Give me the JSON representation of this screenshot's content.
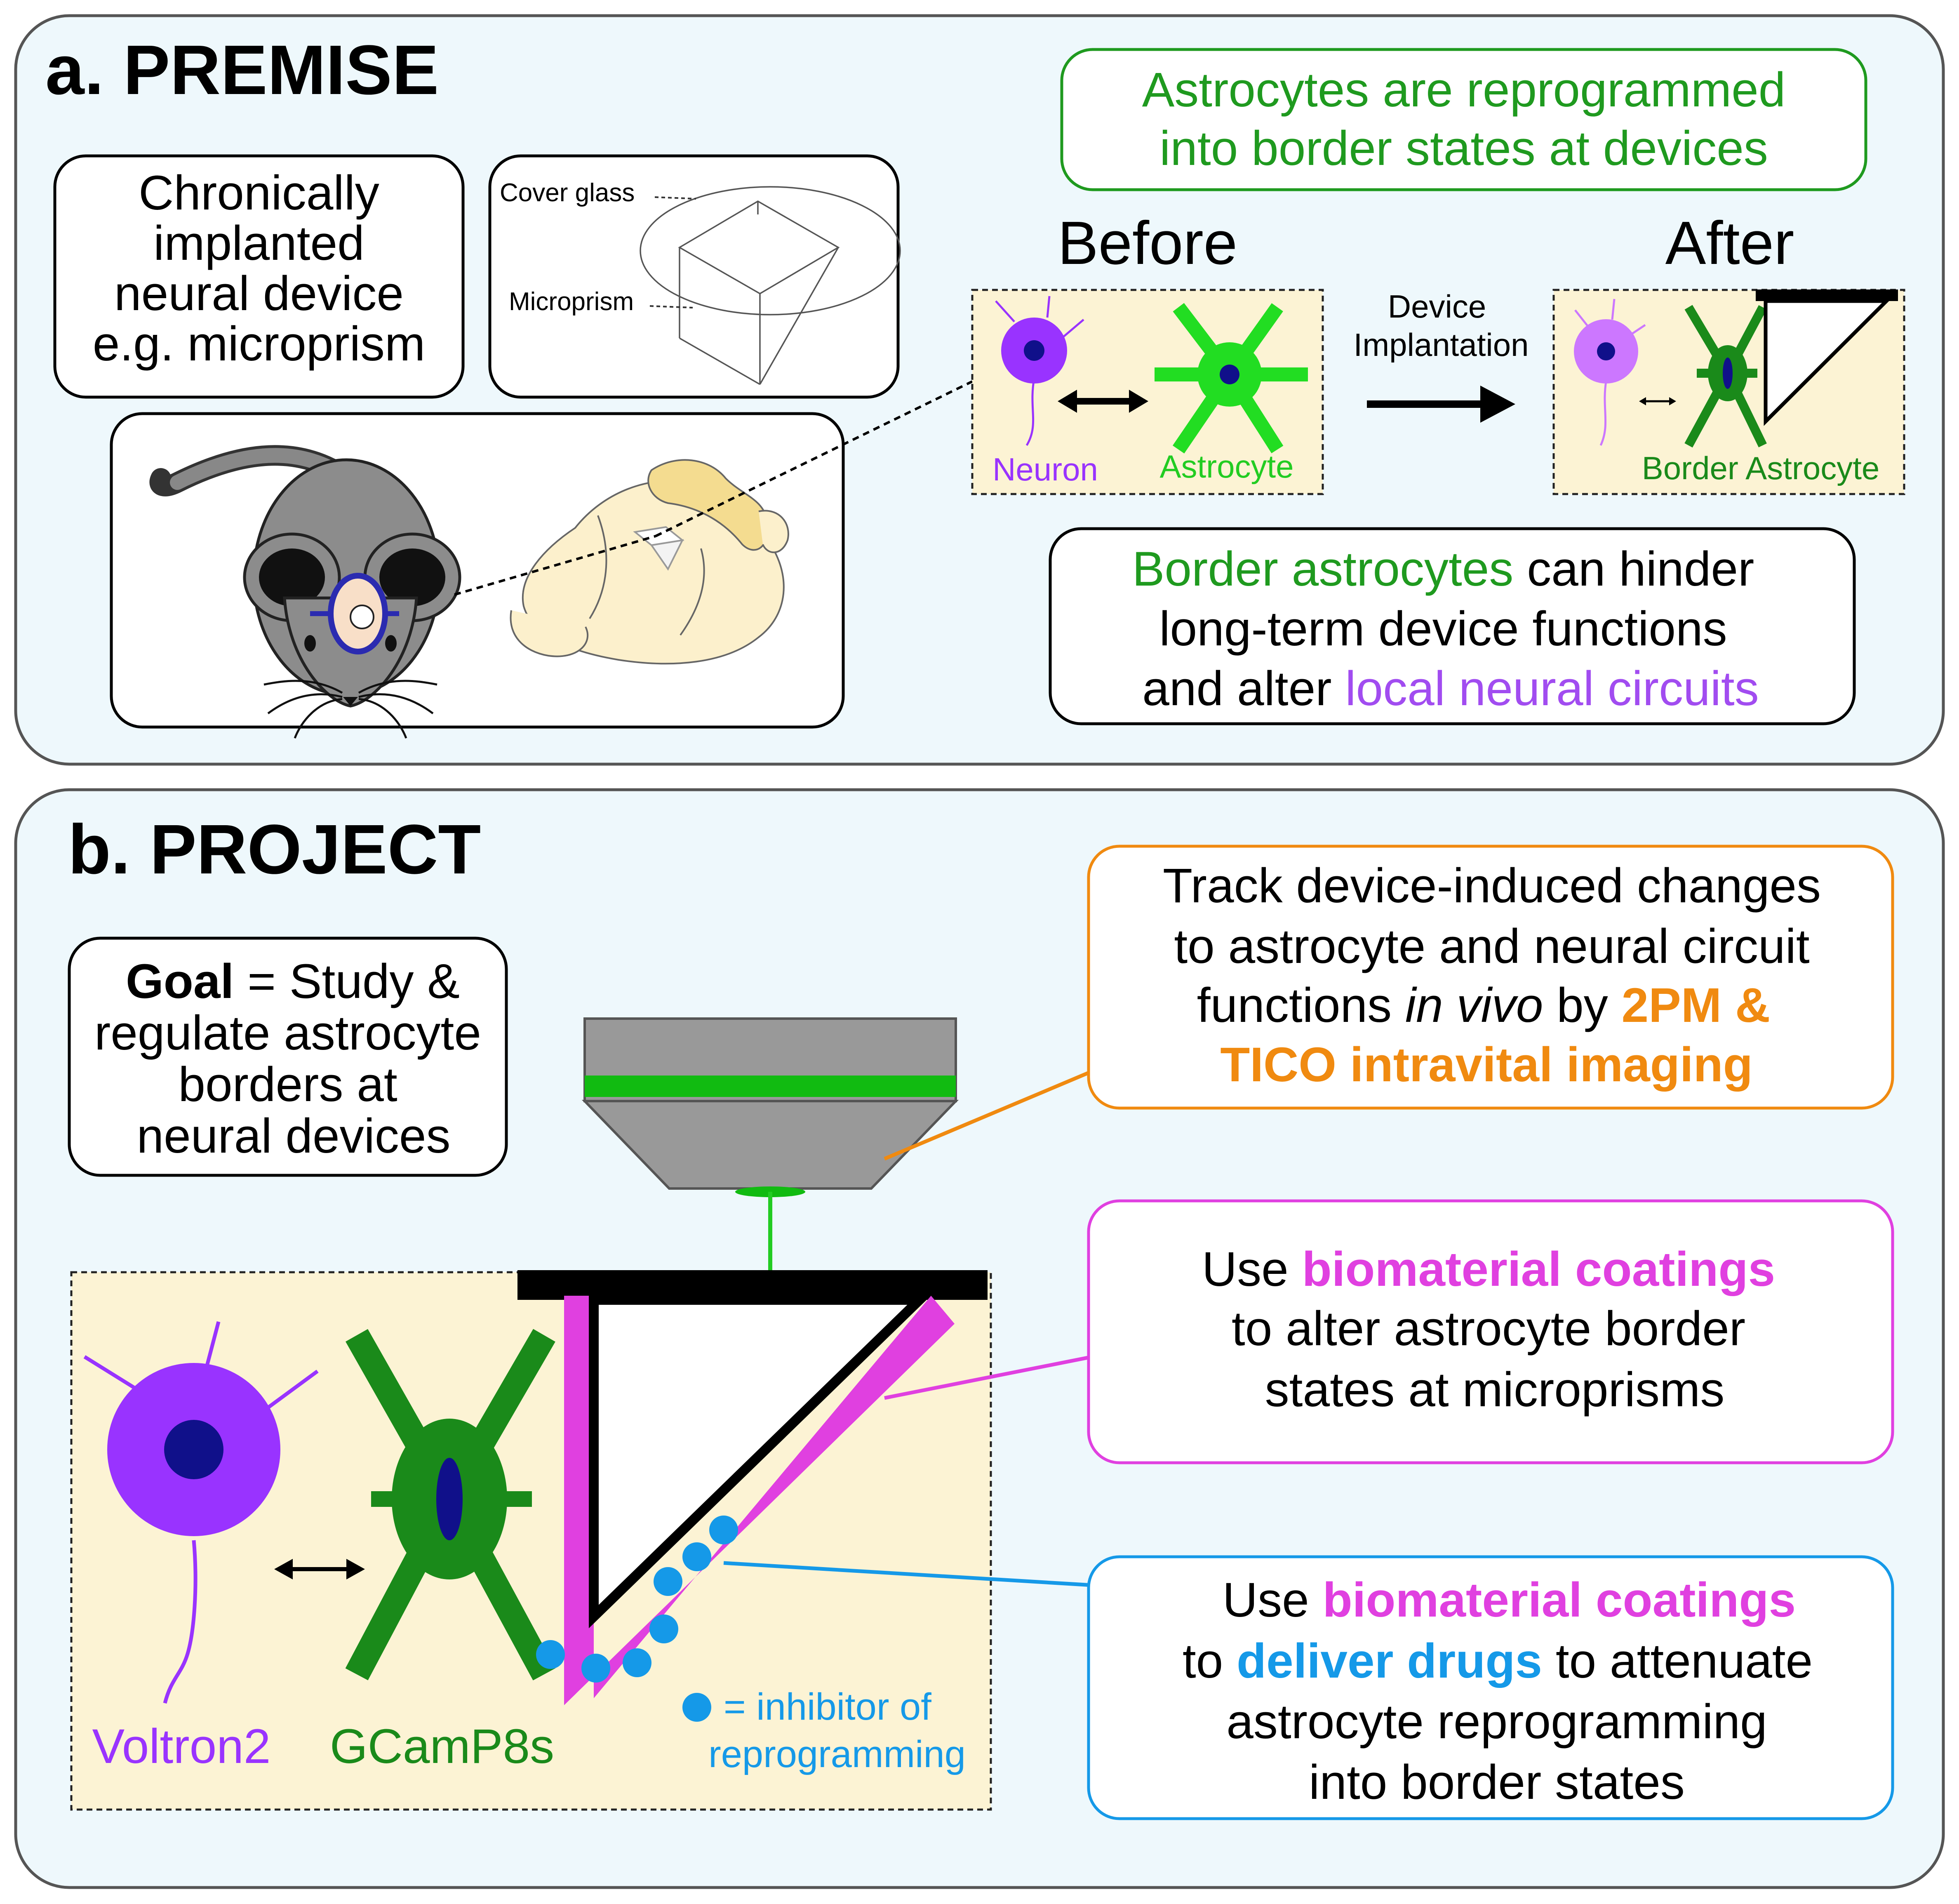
{
  "panel_a": {
    "title": "a. PREMISE",
    "device_box": {
      "lines": [
        "Chronically",
        "implanted",
        "neural device",
        "e.g. microprism"
      ]
    },
    "prism_labels": {
      "cover_glass": "Cover glass",
      "microprism": "Microprism"
    },
    "premise_box": {
      "lines": [
        "Astrocytes are reprogrammed",
        "into border states at devices"
      ]
    },
    "before_label": "Before",
    "after_label": "After",
    "transition": {
      "line1": "Device",
      "line2": "Implantation"
    },
    "cell_labels": {
      "neuron": "Neuron",
      "astrocyte": "Astrocyte",
      "border_astrocyte": "Border Astrocyte"
    },
    "hinder_box": {
      "line1_green": "Border astrocytes",
      "line1_rest": " can hinder",
      "line2": "long-term device functions",
      "line3_start": "and alter ",
      "line3_purple": "local neural circuits"
    }
  },
  "panel_b": {
    "title": "b. PROJECT",
    "goal_box": {
      "line1_bold": "Goal",
      "line1_rest": " = Study &",
      "line2": "regulate astrocyte",
      "line3": "borders at",
      "line4": "neural devices"
    },
    "track_box": {
      "line1": "Track device-induced changes",
      "line2": "to astrocyte and neural circuit",
      "line3_start": "functions ",
      "line3_italic": "in vivo",
      "line3_mid": " by ",
      "line3_orange": "2PM &",
      "line4_orange": "TICO intravital imaging"
    },
    "coating_box": {
      "line1_start": "Use ",
      "line1_magenta": "biomaterial coatings",
      "line2": "to alter astrocyte border",
      "line3": "states at microprisms"
    },
    "drug_box": {
      "line1_start": "Use ",
      "line1_magenta": "biomaterial coatings",
      "line2_start": "to ",
      "line2_blue": "deliver drugs",
      "line2_rest": " to attenuate",
      "line3": "astrocyte reprogramming",
      "line4": "into border states"
    },
    "cell_labels": {
      "voltron": "Voltron2",
      "gcamp": "GCamP8s"
    },
    "inhibitor_legend": {
      "line1": "= inhibitor of",
      "line2": "reprogramming"
    }
  },
  "colors": {
    "panel_bg": "#eef8fc",
    "green": "#1f9a1f",
    "bright_green": "#22dd22",
    "dark_green": "#1a8a1a",
    "purple": "#9933ff",
    "violet_text": "#8a2be2",
    "orange": "#f08a10",
    "magenta": "#e040e0",
    "blue": "#1599e8",
    "cream": "#fcf3d4"
  }
}
